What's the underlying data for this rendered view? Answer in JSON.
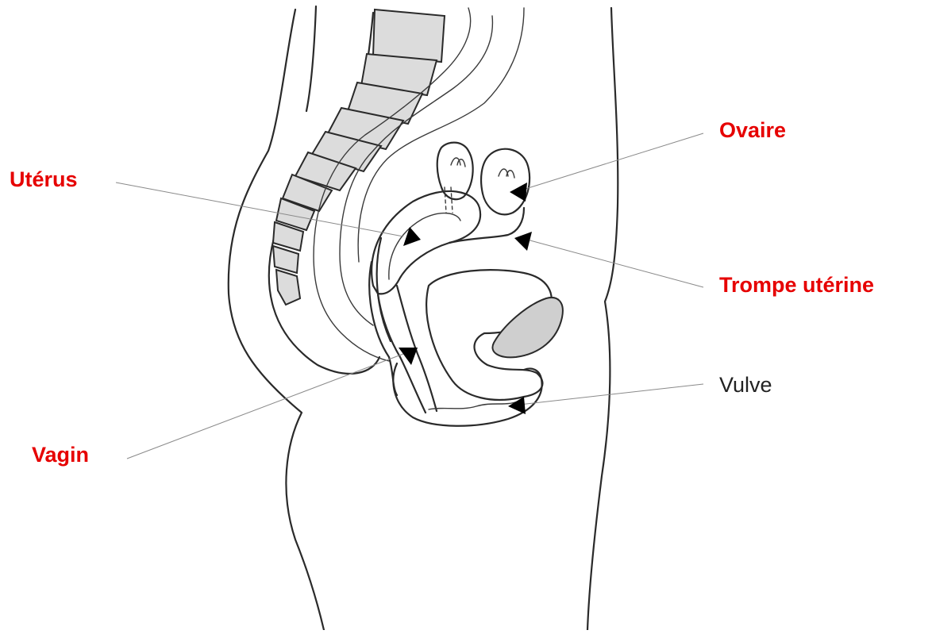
{
  "labels": {
    "ovaire": "Ovaire",
    "uterus": "Utérus",
    "trompe": "Trompe utérine",
    "vulve": "Vulve",
    "vagin": "Vagin"
  },
  "colors": {
    "accent_label": "#e60000",
    "plain_label": "#222222",
    "pencil": "#2a2a2a",
    "bone_shade": "#dcdcdc"
  }
}
